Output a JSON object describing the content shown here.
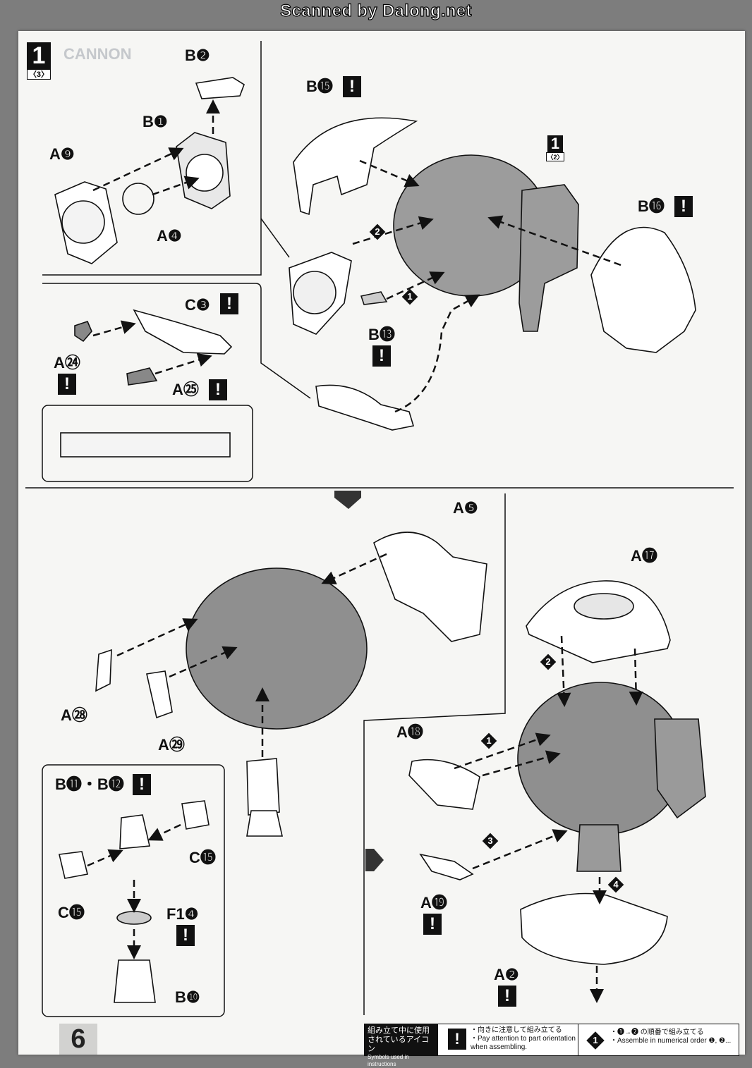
{
  "watermark": "Scanned by Dalong.net",
  "step": {
    "number": "1",
    "sub": "〈3〉",
    "ref_number": "1",
    "ref_sub": "〈2〉"
  },
  "page_number": "6",
  "ghost_title": "CANNON",
  "labels": {
    "b2": "B❷",
    "b1": "B❶",
    "a9": "A❾",
    "a4": "A❹",
    "b15": "B⓯",
    "b16": "B⓰",
    "b13": "B⓭",
    "c3": "C❸",
    "a24": "A㉔",
    "a25": "A㉕",
    "a5": "A❺",
    "a28": "A㉘",
    "a29": "A㉙",
    "a17": "A⓱",
    "a18": "A⓲",
    "a19": "A⓳",
    "a2": "A❷",
    "b11_b12": "B⓫・B⓬",
    "c15_right": "C⓯",
    "c15_left": "C⓯",
    "f14": "F1❹",
    "b10": "B❿"
  },
  "warn_symbol": "!",
  "order_numbers": {
    "one": "1",
    "two": "2",
    "three": "3",
    "four": "4"
  },
  "legend": {
    "head_jp_1": "組み立て中に使用",
    "head_jp_2": "されているアイコン",
    "head_en": "Symbols used in instructions",
    "warn_jp": "・向きに注意して組み立てる",
    "warn_en_1": "・Pay attention to part orientation",
    "warn_en_2": "when assembling.",
    "order_icon": "1",
    "order_jp": "・❶→❷ の順番で組み立てる",
    "order_en": "・Assemble in numerical order ❶, ❷..."
  }
}
